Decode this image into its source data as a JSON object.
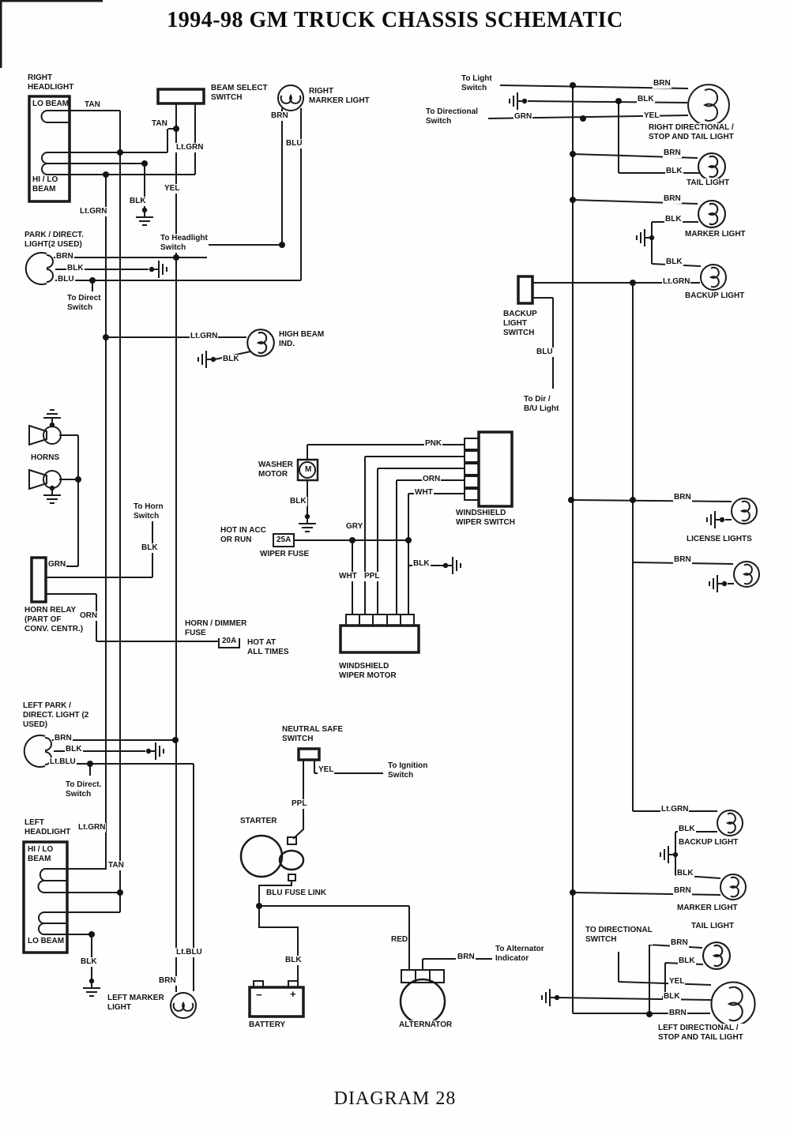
{
  "title": "1994-98 GM TRUCK CHASSIS SCHEMATIC",
  "footer": "DIAGRAM 28",
  "wires": {
    "tan": "TAN",
    "lt_grn": "Lt.GRN",
    "blk": "BLK",
    "yel": "YEL",
    "brn": "BRN",
    "blu": "BLU",
    "grn": "GRN",
    "orn": "ORN",
    "pnk": "PNK",
    "wht": "WHT",
    "gry": "GRY",
    "ppl": "PPL",
    "red": "RED",
    "lt_blu": "Lt.BLU"
  },
  "labels": {
    "right_headlight": "RIGHT\nHEADLIGHT",
    "lo_beam": "LO BEAM",
    "hi_lo_beam": "HI / LO\nBEAM",
    "beam_select": "BEAM SELECT\nSWITCH",
    "right_marker": "RIGHT\nMARKER LIGHT",
    "park_direct": "PARK / DIRECT.\nLIGHT(2 USED)",
    "to_direct_r": "To Direct\nSwitch",
    "to_headlight": "To Headlight\nSwitch",
    "high_beam": "HIGH BEAM\nIND.",
    "horns": "HORNS",
    "to_horn": "To Horn\nSwitch",
    "horn_relay": "HORN RELAY\n(PART OF\nCONV. CENTR.)",
    "horn_dimmer": "HORN / DIMMER\nFUSE",
    "fuse_20": "20A",
    "hot_all": "HOT AT\nALL TIMES",
    "washer": "WASHER\nMOTOR",
    "motor_m": "M",
    "hot_acc": "HOT IN ACC\nOR RUN",
    "fuse_25": "25A",
    "wiper_fuse": "WIPER FUSE",
    "ww_switch": "WINDSHIELD\nWIPER SWITCH",
    "ww_motor": "WINDSHIELD\nWIPER MOTOR",
    "to_light": "To Light\nSwitch",
    "to_directional": "To Directional\nSwitch",
    "right_dir": "RIGHT DIRECTIONAL /\nSTOP AND TAIL LIGHT",
    "tail": "TAIL LIGHT",
    "marker": "MARKER LIGHT",
    "backup": "BACKUP LIGHT",
    "backup_switch": "BACKUP\nLIGHT\nSWITCH",
    "to_dir_bu": "To Dir /\nB/U Light",
    "license": "LICENSE LIGHTS",
    "left_park": "LEFT PARK /\nDIRECT. LIGHT (2\nUSED)",
    "to_direct_l": "To Direct.\nSwitch",
    "left_headlight": "LEFT\nHEADLIGHT",
    "left_marker": "LEFT MARKER\nLIGHT",
    "nss": "NEUTRAL SAFE\nSWITCH",
    "to_ignition": "To Ignition\nSwitch",
    "starter": "STARTER",
    "blu_fuse_link": "BLU FUSE LINK",
    "battery": "BATTERY",
    "battery_minus": "−",
    "battery_plus": "+",
    "alternator": "ALTERNATOR",
    "to_alt_ind": "To Alternator\nIndicator",
    "to_directional2": "TO DIRECTIONAL\nSWITCH",
    "left_dir": "LEFT DIRECTIONAL /\nSTOP AND TAIL LIGHT"
  }
}
